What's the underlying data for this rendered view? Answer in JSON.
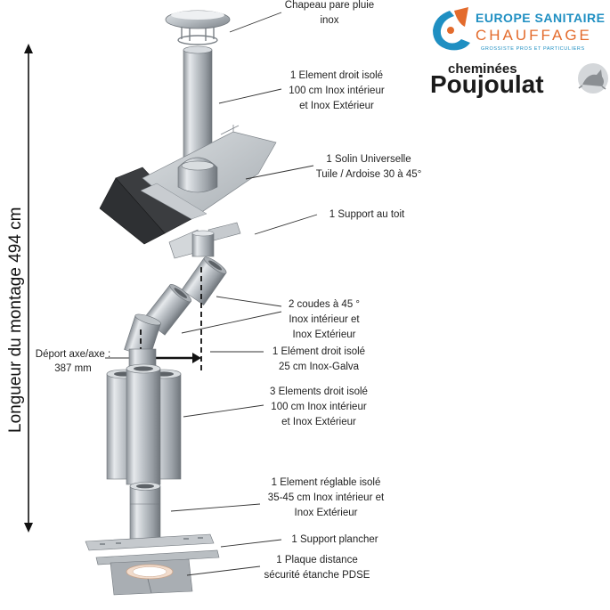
{
  "axis_label": "Longueur du montage  494 cm",
  "offset_label": [
    "Déport axe/axe :",
    "387 mm"
  ],
  "callouts": [
    {
      "lines": [
        "Chapeau pare pluie",
        "inox"
      ]
    },
    {
      "lines": [
        "1 Element droit isolé",
        "100 cm Inox intérieur",
        "et Inox Extérieur"
      ]
    },
    {
      "lines": [
        "1 Solin Universelle",
        "Tuile / Ardoise 30 à 45°"
      ]
    },
    {
      "lines": [
        "1 Support au toit"
      ]
    },
    {
      "lines": [
        "2 coudes à 45 °",
        "Inox intérieur et",
        "Inox Extérieur"
      ]
    },
    {
      "lines": [
        "1 Elément droit isolé",
        "25 cm Inox-Galva"
      ]
    },
    {
      "lines": [
        "3 Elements droit isolé",
        "100 cm Inox intérieur",
        "et Inox Extérieur"
      ]
    },
    {
      "lines": [
        "1 Element réglable isolé",
        "35-45 cm Inox intérieur et",
        "Inox Extérieur"
      ]
    },
    {
      "lines": [
        "1 Support plancher"
      ]
    },
    {
      "lines": [
        "1 Plaque distance",
        "sécurité étanche PDSE"
      ]
    }
  ],
  "logo_europe": {
    "line1": "EUROPE SANITAIRE",
    "line2": "CHAUFFAGE",
    "line3": "GROSSISTE PROS ET PARTICULIERS"
  },
  "logo_poujoulat": {
    "line1": "cheminées",
    "line2": "Poujoulat"
  },
  "colors": {
    "europe_blue": "#1f8fc2",
    "europe_orange": "#e36b2c",
    "steel": "#b9bec3",
    "text": "#222222"
  },
  "icons": [
    "cat-logo-icon",
    "flame-logo-icon"
  ]
}
